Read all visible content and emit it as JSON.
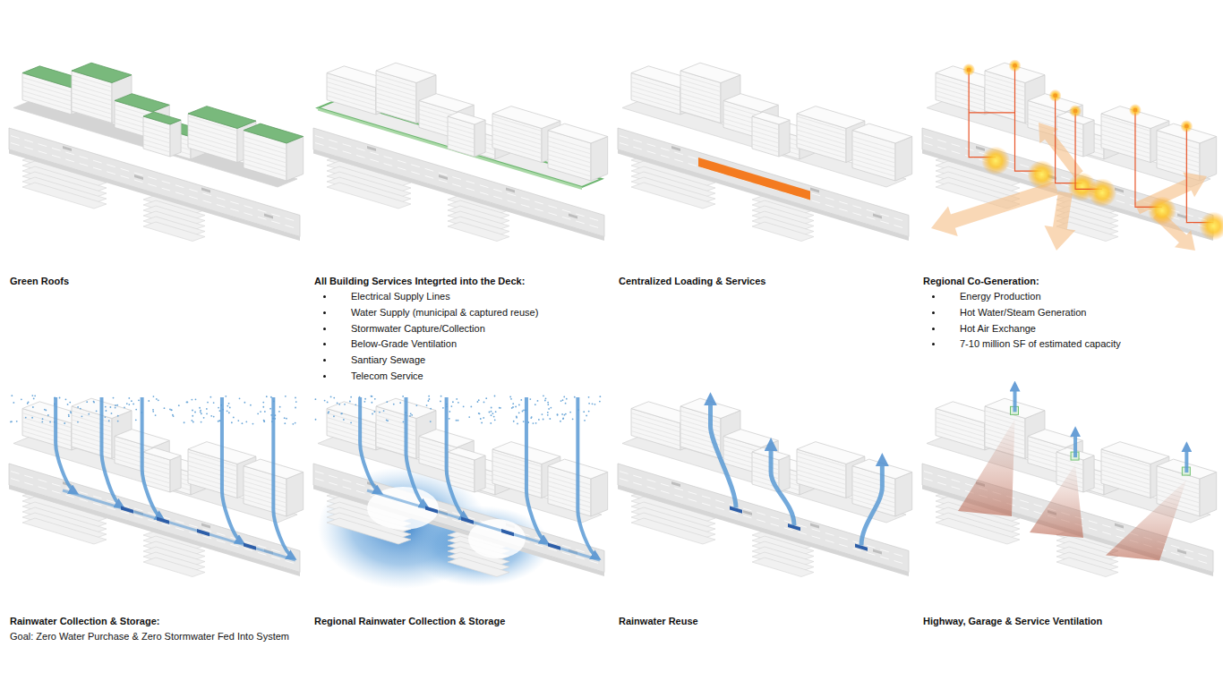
{
  "diagram": {
    "labels": [
      "Green Roofs",
      "All Building Services Integrted into the Deck:",
      "Electrical Supply Lines",
      "Water Supply (municipal & captured reuse)",
      "Stormwater Capture/Collection",
      "Below-Grade Ventilation",
      "Santiary Sewage",
      "Telecom Service",
      "Centralized Loading & Services",
      "Regional Co-Generation:",
      "Energy Production",
      "Hot Water/Steam Generation",
      "Hot Air Exchange",
      "7-10 million SF of estimated capacity",
      "Rainwater Collection & Storage:",
      "Goal: Zero Water Purchase & Zero Stormwater Fed Into System",
      "Regional Rainwater Collection & Storage",
      "Rainwater Reuse",
      "Highway, Garage & Service Ventilation"
    ]
  }
}
